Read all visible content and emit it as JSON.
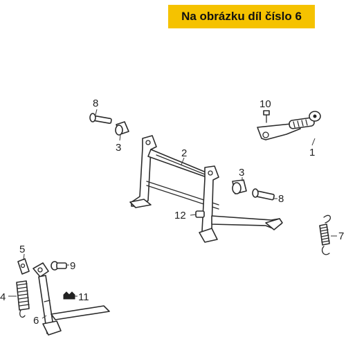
{
  "banner": {
    "text": "Na obrázku díl číslo 6",
    "color": "#f5c200"
  },
  "callouts": {
    "c1": "1",
    "c2": "2",
    "c3a": "3",
    "c3b": "3",
    "c4": "4",
    "c5": "5",
    "c6": "6",
    "c7": "7",
    "c8a": "8",
    "c8b": "8",
    "c9": "9",
    "c10": "10",
    "c11": "11",
    "c12": "12"
  }
}
